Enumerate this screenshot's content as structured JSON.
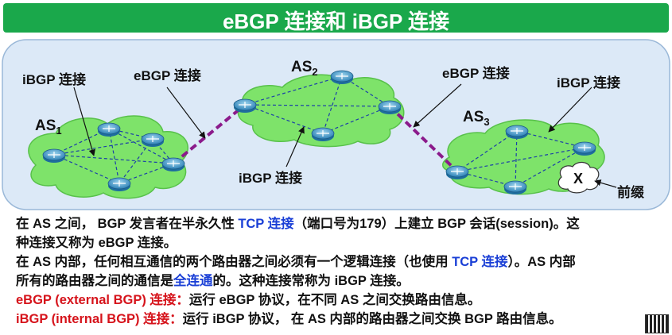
{
  "title": "eBGP 连接和 iBGP 连接",
  "diagram": {
    "labels": {
      "ibgp_top_left": "iBGP 连接",
      "ebgp_top_left": "eBGP 连接",
      "as1": "AS",
      "as1_sub": "1",
      "as2": "AS",
      "as2_sub": "2",
      "as3": "AS",
      "as3_sub": "3",
      "ebgp_top_right": "eBGP 连接",
      "ibgp_top_right": "iBGP 连接",
      "ibgp_bottom": "iBGP 连接",
      "x_node": "X",
      "prefix": "前缀"
    },
    "colors": {
      "panel": "#dce9f7",
      "cloud": "#7ee36a",
      "ebgp_line": "#8b1a8b",
      "ibgp_line": "#1b3fa8"
    }
  },
  "paragraph1": {
    "a": "在 AS 之间， BGP 发言者在半永久性 ",
    "b": "TCP 连接",
    "c": "（端口号为179）上建立 BGP 会话(session)。这",
    "d": "种连接又称为 eBGP 连接。"
  },
  "paragraph2": {
    "a": "在 AS 内部，任何相互通信的两个路由器之间必须有一个逻辑连接（也使用 ",
    "b": "TCP 连接",
    "c": "）。AS 内部",
    "d": "所有的路由器之间的通信是",
    "e": "全连通",
    "f": "的。这种连接常称为 iBGP 连接。"
  },
  "def_ebgp": {
    "term": "eBGP (external BGP) 连接：",
    "text": "运行 eBGP 协议，在不同 AS 之间交换路由信息。"
  },
  "def_ibgp": {
    "term": "iBGP (internal BGP) 连接：",
    "text": "运行 iBGP 协议， 在 AS 内部的路由器之间交换 BGP 路由信息。"
  }
}
